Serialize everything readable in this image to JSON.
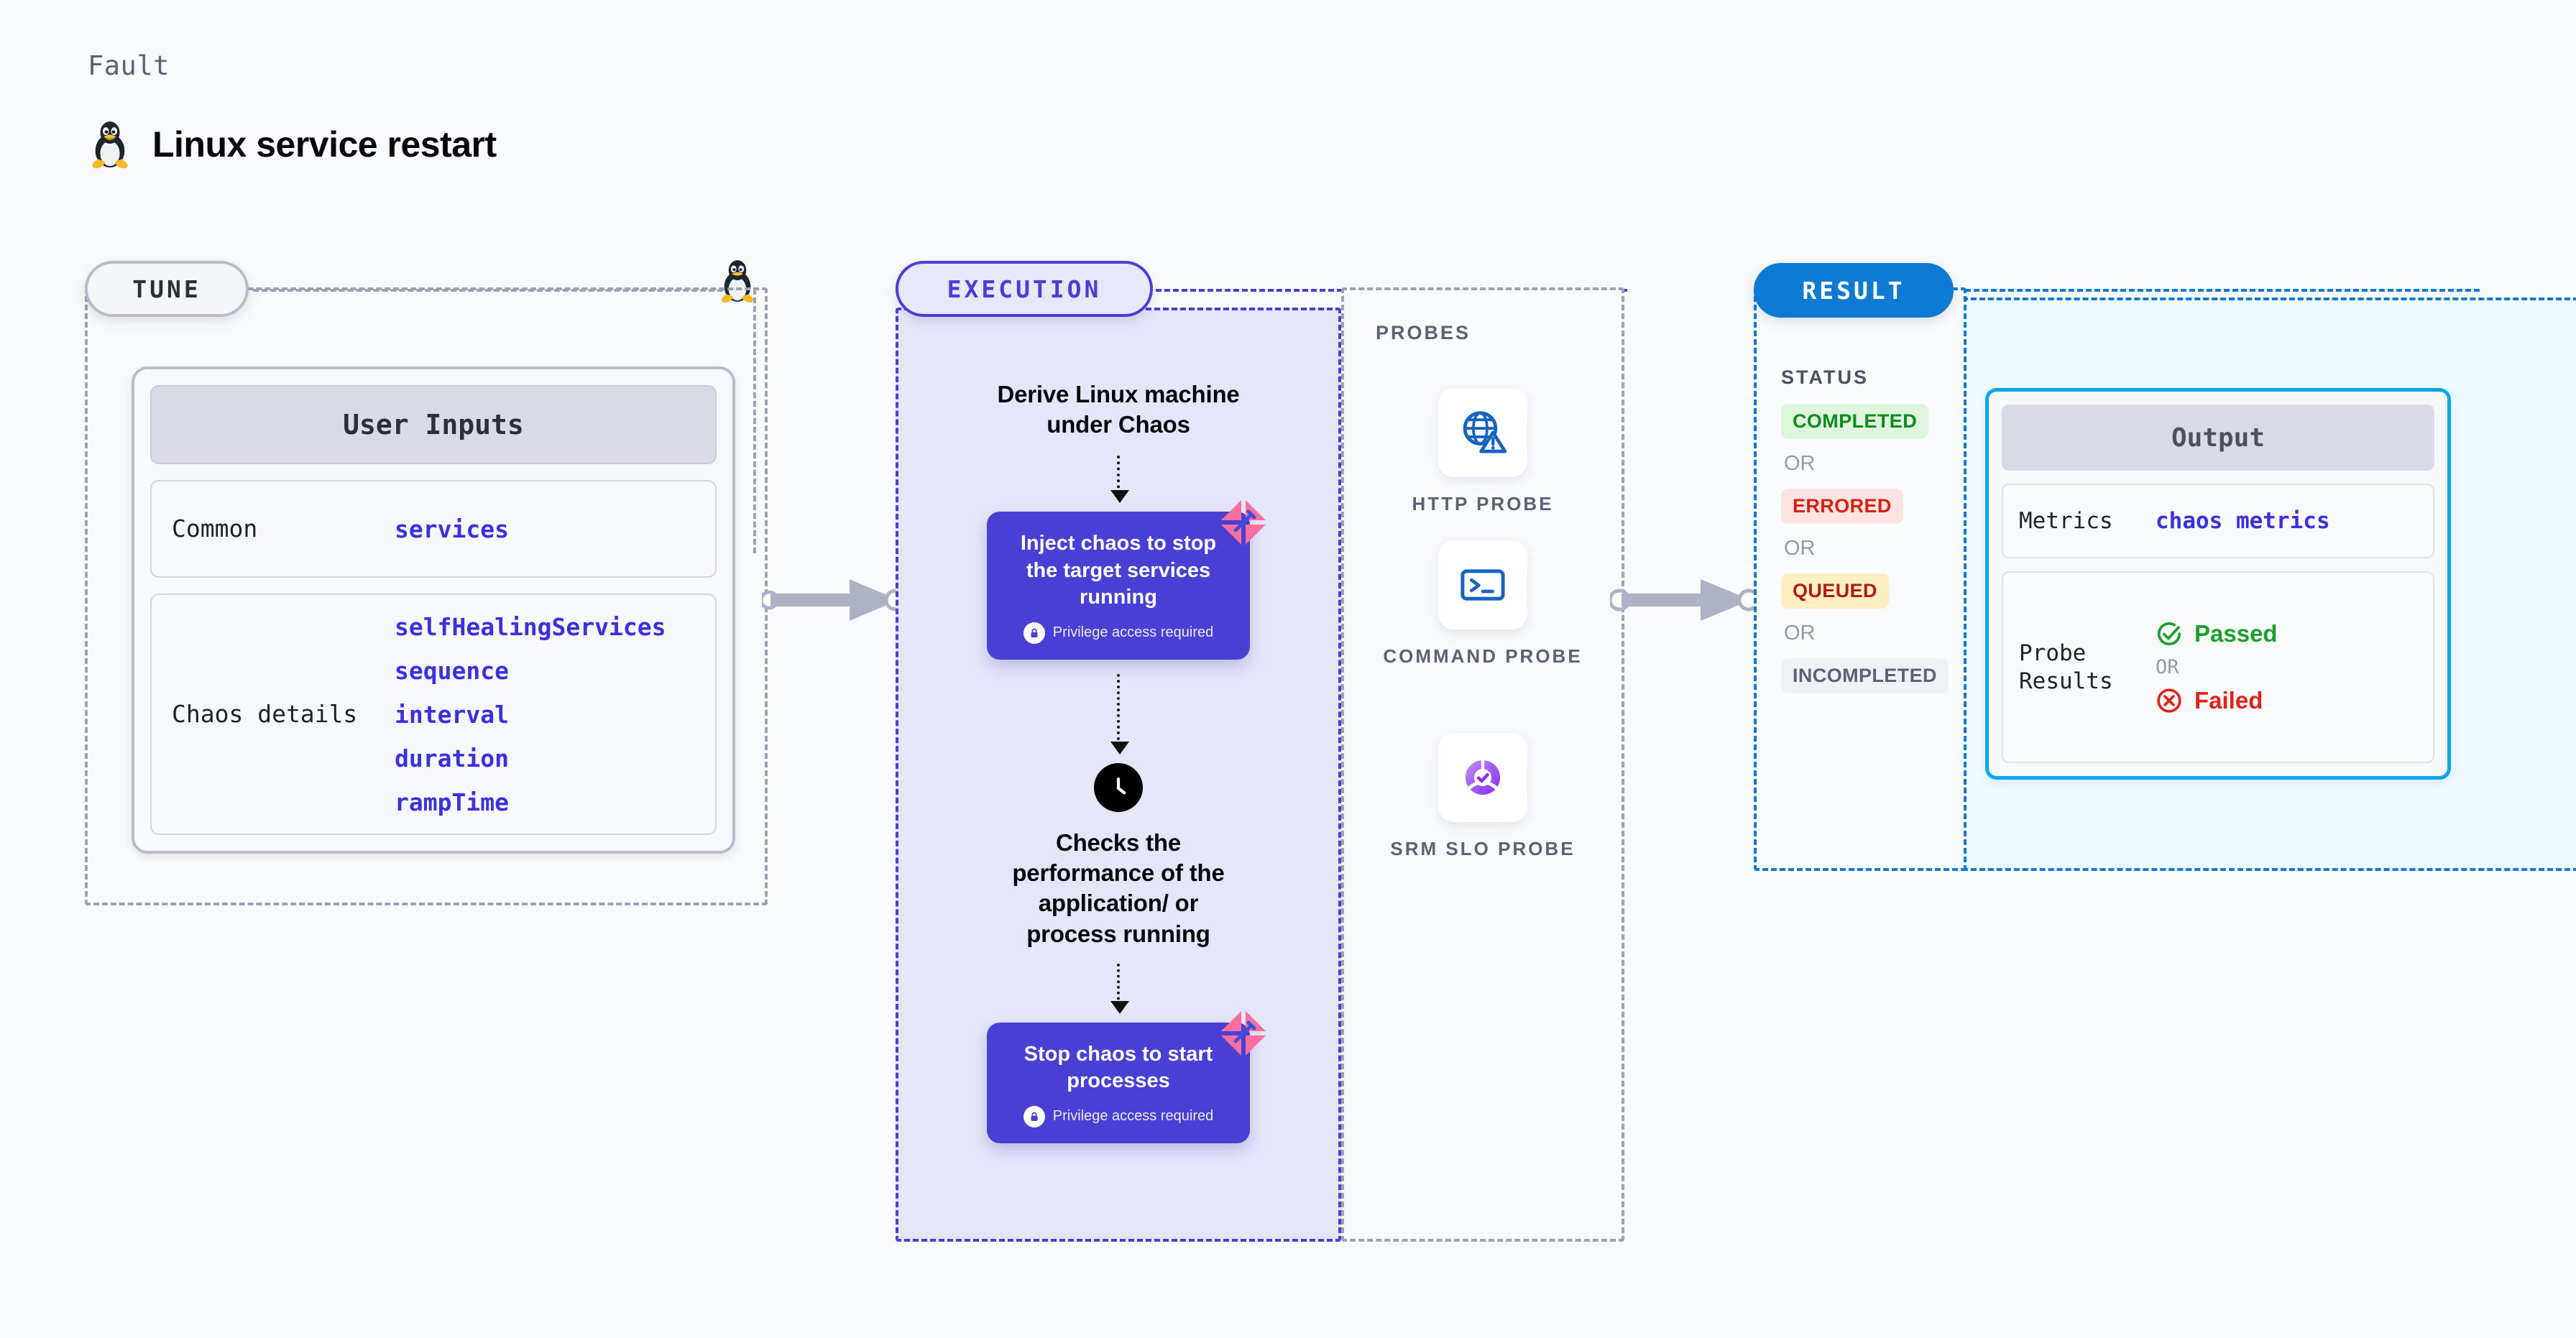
{
  "header": {
    "kicker": "Fault",
    "title": "Linux service restart",
    "icon": "tux-linux-penguin-icon"
  },
  "tune": {
    "pill_label": "TUNE",
    "card_title": "User Inputs",
    "rows": [
      {
        "key": "Common",
        "values": [
          "services"
        ]
      },
      {
        "key": "Chaos details",
        "values": [
          "selfHealingServices",
          "sequence",
          "interval",
          "duration",
          "rampTime"
        ]
      }
    ]
  },
  "execution": {
    "pill_label": "EXECUTION",
    "steps": [
      {
        "type": "text",
        "label": "Derive Linux machine under Chaos"
      },
      {
        "type": "action",
        "label": "Inject chaos to stop the target services running",
        "note": "Privilege access required",
        "note_icon": "lock-icon",
        "ribbon": "harness-ribbon-icon"
      },
      {
        "type": "wait",
        "icon": "clock-icon"
      },
      {
        "type": "text",
        "label": "Checks the performance of the application/ or process running"
      },
      {
        "type": "action",
        "label": "Stop chaos to start processes",
        "note": "Privilege access required",
        "note_icon": "lock-icon",
        "ribbon": "harness-ribbon-icon"
      }
    ]
  },
  "probes": {
    "section_label": "PROBES",
    "items": [
      {
        "name": "HTTP PROBE",
        "icon": "globe-warning-icon"
      },
      {
        "name": "COMMAND PROBE",
        "icon": "terminal-icon"
      },
      {
        "name": "SRM SLO PROBE",
        "icon": "slo-donut-check-icon"
      }
    ]
  },
  "result": {
    "pill_label": "RESULT",
    "status_label": "STATUS",
    "or_label": "OR",
    "statuses": [
      {
        "label": "COMPLETED",
        "tone": "success"
      },
      {
        "label": "ERRORED",
        "tone": "error"
      },
      {
        "label": "QUEUED",
        "tone": "warning"
      },
      {
        "label": "INCOMPLETED",
        "tone": "neutral"
      }
    ]
  },
  "output": {
    "card_title": "Output",
    "metrics_key": "Metrics",
    "metrics_value": "chaos metrics",
    "probe_results_key": "Probe Results",
    "or_label": "OR",
    "passed_label": "Passed",
    "failed_label": "Failed",
    "passed_icon": "check-circle-icon",
    "failed_icon": "x-circle-icon"
  },
  "colors": {
    "page_bg": "#f9fafb",
    "indigo": "#4a3fd4",
    "result_blue": "#0f7ad4",
    "output_cyan": "#0aa6e8",
    "mono_value": "#3b30e0",
    "success": "#18a02a",
    "error": "#e0231a",
    "arrow_gray": "#aeb2c4",
    "ribbon_pink": "#fa6fa0"
  }
}
